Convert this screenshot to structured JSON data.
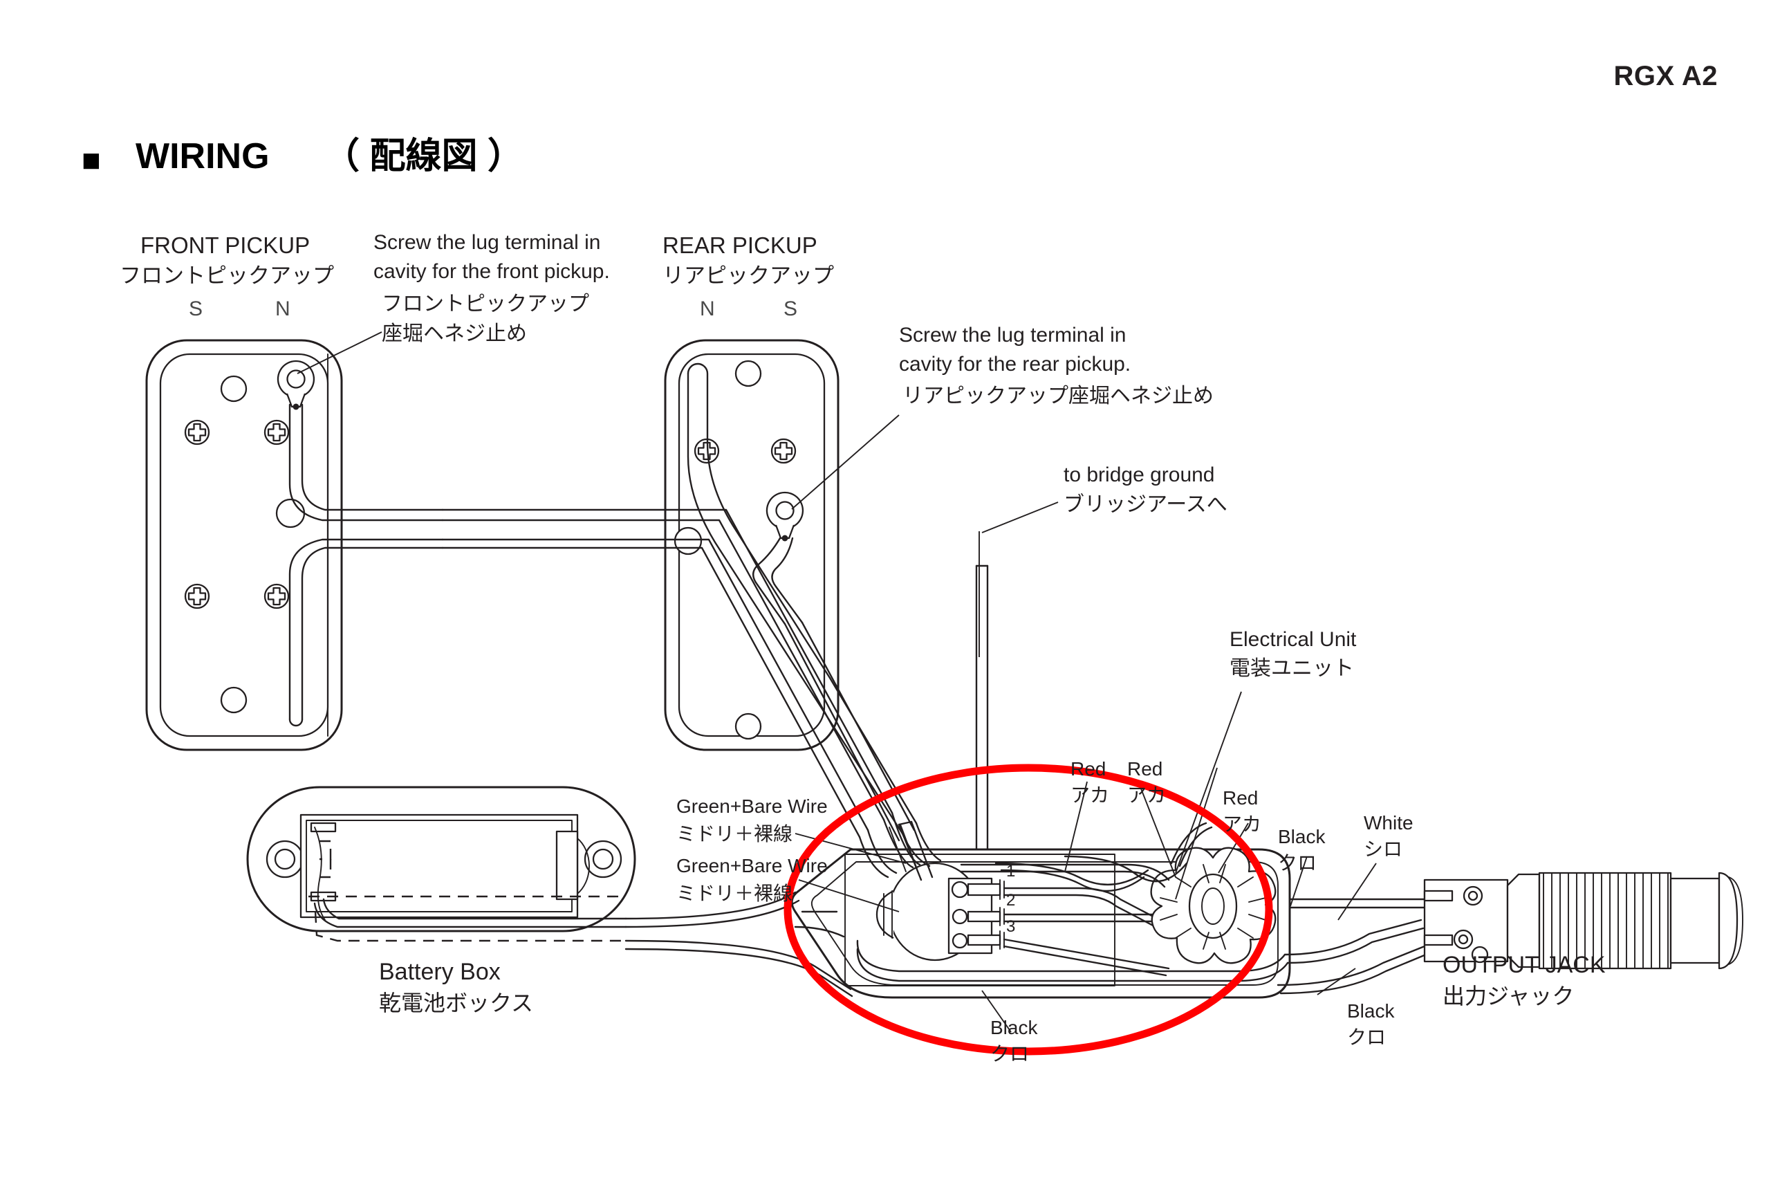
{
  "document": {
    "model_label": "RGX A2",
    "section_marker": "■",
    "section_title": "WIRING",
    "section_title_jp": "（ 配線図 ）",
    "background_color": "#ffffff",
    "ink_color": "#231f20",
    "highlight_color": "#ff0000"
  },
  "front_pickup": {
    "title_en": "FRONT PICKUP",
    "title_jp": "フロントピックアップ",
    "pole_left": "S",
    "pole_right": "N"
  },
  "rear_pickup": {
    "title_en": "REAR PICKUP",
    "title_jp": "リアピックアップ",
    "pole_left": "N",
    "pole_right": "S"
  },
  "notes": {
    "front_screw_line1": "Screw the lug terminal in",
    "front_screw_line2": "cavity for the front pickup.",
    "front_screw_jp1": "フロントピックアップ",
    "front_screw_jp2": "座堀ヘネジ止め",
    "rear_screw_line1": "Screw the lug terminal in",
    "rear_screw_line2": "cavity for the rear pickup.",
    "rear_screw_jp": "リアピックアップ座堀ヘネジ止め",
    "bridge_ground_en": "to bridge ground",
    "bridge_ground_jp": "ブリッジアースへ",
    "electrical_unit_en": "Electrical Unit",
    "electrical_unit_jp": "電装ユニット"
  },
  "components": {
    "battery_box_en": "Battery Box",
    "battery_box_jp": "乾電池ボックス",
    "output_jack_en": "OUTPUT JACK",
    "output_jack_jp": "出力ジャック"
  },
  "wire_labels": {
    "green_bare_1_en": "Green+Bare Wire",
    "green_bare_1_jp": "ミドリ＋裸線",
    "green_bare_2_en": "Green+Bare Wire",
    "green_bare_2_jp": "ミドリ＋裸線",
    "red_1_en": "Red",
    "red_1_jp": "アカ",
    "red_2_en": "Red",
    "red_2_jp": "アカ",
    "red_3_en": "Red",
    "red_3_jp": "アカ",
    "black_1_en": "Black",
    "black_1_jp": "クロ",
    "black_2_en": "Black",
    "black_2_jp": "クロ",
    "black_3_en": "Black",
    "black_3_jp": "クロ",
    "white_en": "White",
    "white_jp": "シロ"
  },
  "switch_terminals": {
    "t1": "1",
    "t2": "2",
    "t3": "3"
  }
}
